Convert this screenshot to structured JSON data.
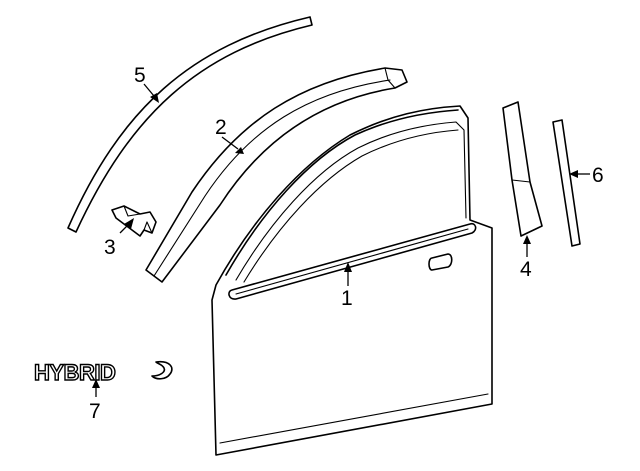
{
  "callouts": {
    "c1": "1",
    "c2": "2",
    "c3": "3",
    "c4": "4",
    "c5": "5",
    "c6": "6",
    "c7": "7"
  },
  "emblem": {
    "text": "HYBRID"
  },
  "colors": {
    "line": "#000000",
    "background": "#ffffff"
  }
}
